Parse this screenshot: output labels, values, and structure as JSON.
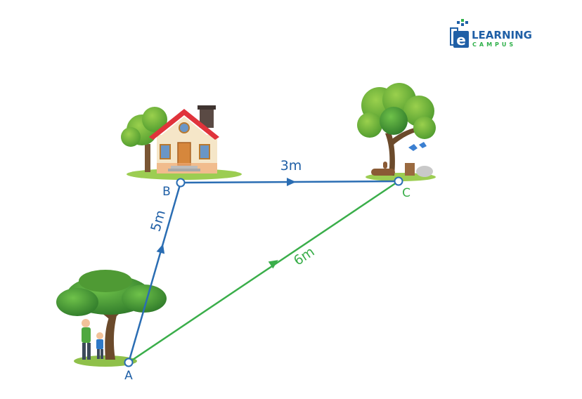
{
  "logo": {
    "line1": "LEARNING",
    "line2": "CAMPUS",
    "mark": "e",
    "color_dark": "#1f5fa6",
    "color_accent": "#2fb04a"
  },
  "points": {
    "A": {
      "label": "A"
    },
    "B": {
      "label": "B"
    },
    "C": {
      "label": "C"
    }
  },
  "paths": {
    "AB": {
      "label": "5m",
      "color": "#2a6db3"
    },
    "BC": {
      "label": "3m",
      "color": "#2a6db3"
    },
    "AC": {
      "label": "6m",
      "color": "#3aae4a"
    }
  },
  "illustrations": {
    "start": "tree-with-people-icon",
    "house": "house-icon",
    "end": "tree-with-animals-icon"
  }
}
